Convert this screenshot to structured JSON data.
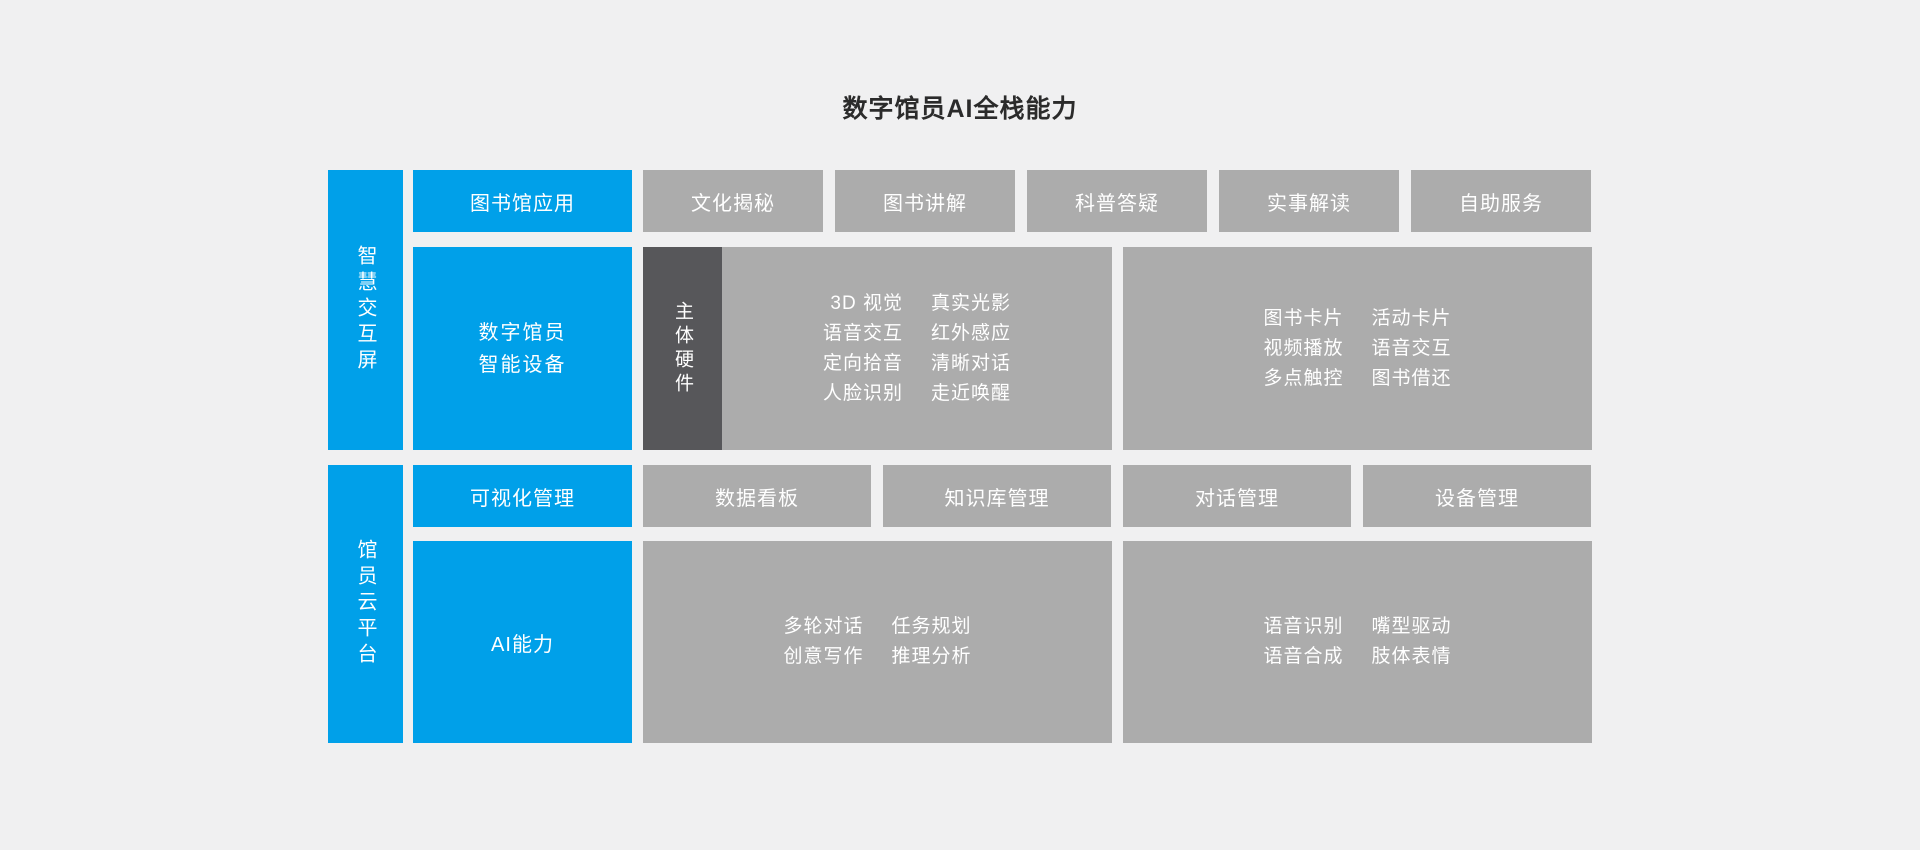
{
  "title": "数字馆员AI全栈能力",
  "colors": {
    "accent-blue": "#00A0E9",
    "box-gray": "#ACACAC",
    "hardware-dark": "#57575A",
    "background": "#F0F0F1",
    "title-text": "#2B2B2B",
    "box-text": "#FFFFFF"
  },
  "screen_section": {
    "side_label": "智慧交互屏",
    "apps": {
      "header": "图书馆应用",
      "items": [
        "文化揭秘",
        "图书讲解",
        "科普答疑",
        "实事解读",
        "自助服务"
      ]
    },
    "device": {
      "header_line1": "数字馆员",
      "header_line2": "智能设备",
      "hardware_label": "主体硬件",
      "hardware_features": {
        "rows": [
          [
            "3D 视觉",
            "真实光影"
          ],
          [
            "语音交互",
            "红外感应"
          ],
          [
            "定向拾音",
            "清晰对话"
          ],
          [
            "人脸识别",
            "走近唤醒"
          ]
        ]
      },
      "screen_features": {
        "rows": [
          [
            "图书卡片",
            "活动卡片"
          ],
          [
            "视频播放",
            "语音交互"
          ],
          [
            "多点触控",
            "图书借还"
          ]
        ]
      }
    }
  },
  "cloud_section": {
    "side_label": "馆员云平台",
    "management": {
      "header": "可视化管理",
      "items": [
        "数据看板",
        "知识库管理",
        "对话管理",
        "设备管理"
      ]
    },
    "ai": {
      "header": "AI能力",
      "dialog_features": {
        "rows": [
          [
            "多轮对话",
            "任务规划"
          ],
          [
            "创意写作",
            "推理分析"
          ]
        ]
      },
      "voice_features": {
        "rows": [
          [
            "语音识别",
            "嘴型驱动"
          ],
          [
            "语音合成",
            "肢体表情"
          ]
        ]
      }
    }
  }
}
